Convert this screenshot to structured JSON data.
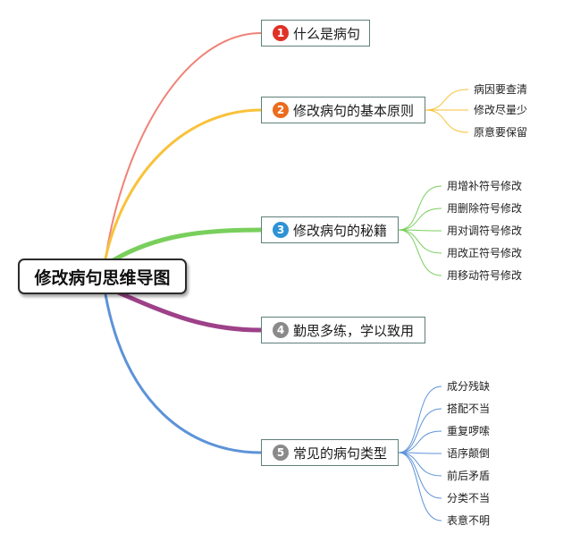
{
  "root": {
    "label": "修改病句思维导图"
  },
  "branches": [
    {
      "number": "1",
      "label": "什么是病句",
      "color": "#f08278",
      "badge_color": "#e03127",
      "children": []
    },
    {
      "number": "2",
      "label": "修改病句的基本原则",
      "color": "#f8c23a",
      "badge_color": "#ec6b1c",
      "children": [
        "病因要查清",
        "修改尽量少",
        "原意要保留"
      ]
    },
    {
      "number": "3",
      "label": "修改病句的秘籍",
      "color": "#79cf5c",
      "badge_color": "#2d93d4",
      "children": [
        "用增补符号修改",
        "用删除符号修改",
        "用对调符号修改",
        "用改正符号修改",
        "用移动符号修改"
      ]
    },
    {
      "number": "4",
      "label": "勤思多练，学以致用",
      "color": "#9d4189",
      "badge_color": "#8a8a8a",
      "children": []
    },
    {
      "number": "5",
      "label": "常见的病句类型",
      "color": "#5d93d8",
      "badge_color": "#8a8a8a",
      "children": [
        "成分残缺",
        "搭配不当",
        "重复啰嗦",
        "语序颠倒",
        "前后矛盾",
        "分类不当",
        "表意不明"
      ]
    }
  ]
}
